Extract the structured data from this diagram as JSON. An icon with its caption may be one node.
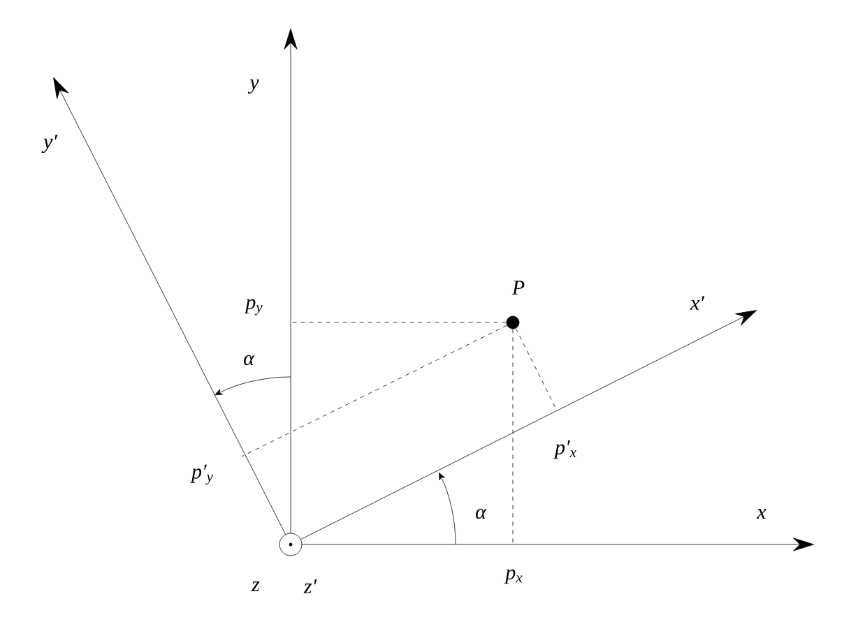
{
  "diagram": {
    "nodes": [
      {
        "text": [],
        "shape": "circle",
        "beside": [
          "z",
          "z′"
        ]
      },
      {
        "text": [],
        "shape": "circle",
        "beside": [
          "P"
        ]
      }
    ],
    "edges": [
      {
        "from": 1,
        "to": null,
        "arrow": "none",
        "style": "dashed"
      },
      {
        "from": 1,
        "to": null,
        "arrow": "none",
        "style": "dashed"
      },
      {
        "from": 1,
        "to": null,
        "arrow": "none",
        "style": "dashed"
      },
      {
        "from": 1,
        "to": null,
        "arrow": "none",
        "style": "dashed"
      }
    ],
    "labels": [
      "y",
      "y′",
      "x′",
      "p$_{y}$",
      "α",
      "p′$_{x}$",
      "p′$_{y}$",
      "α",
      "x",
      "p$_{x}$"
    ]
  }
}
